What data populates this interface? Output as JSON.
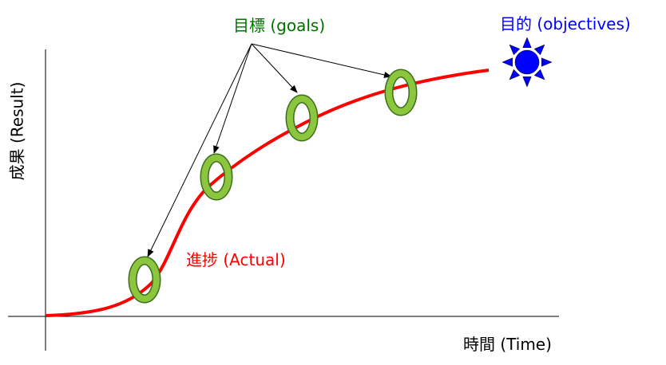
{
  "labels": {
    "goals": "目標 (goals)",
    "objectives": "目的 (objectives)",
    "result": "成果 (Result)",
    "actual": "進捗 (Actual)",
    "time": "時間 (Time)"
  },
  "colors": {
    "goals": "#007000",
    "objectives": "#0000ff",
    "actual": "#ff0000",
    "ring": "#8cc63f"
  }
}
